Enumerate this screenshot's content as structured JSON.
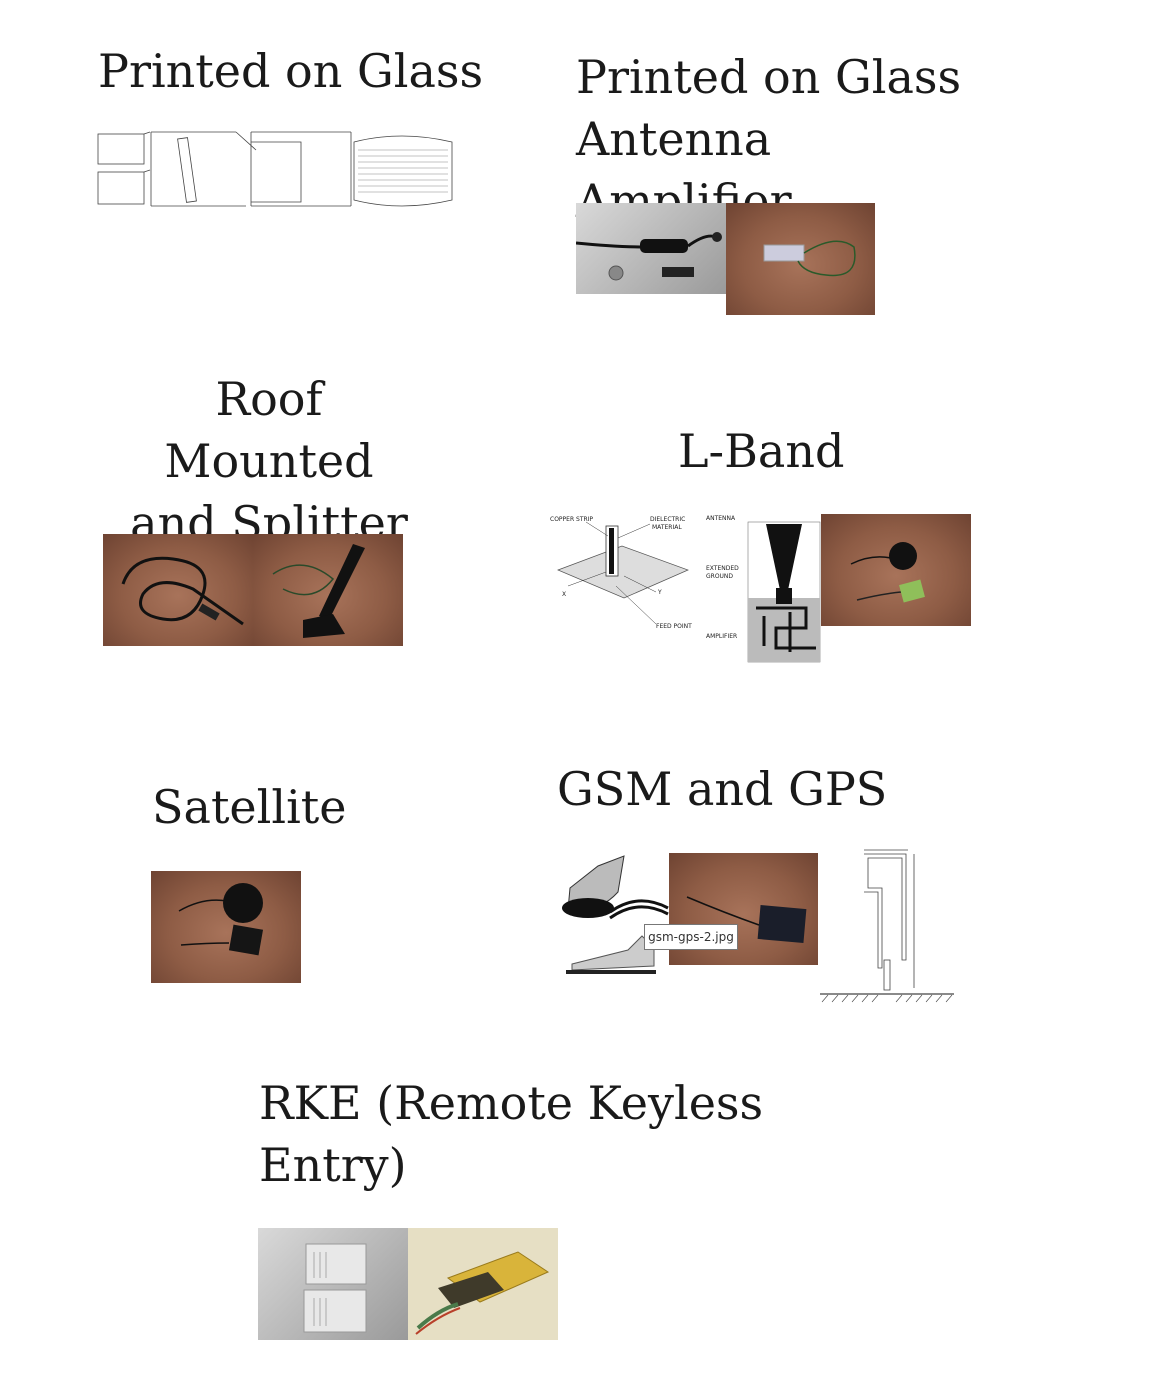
{
  "sections": {
    "printed_on_glass": {
      "title": "Printed on Glass"
    },
    "glass_amplifier": {
      "title": "Printed on Glass Antenna\nAmplifier"
    },
    "roof_splitter": {
      "title": "Roof Mounted\nand Splitter"
    },
    "l_band": {
      "title": "L-Band",
      "diagram_labels": {
        "copper_strip": "COPPER STRIP",
        "dielectric": "DIELECTRIC",
        "material": "MATERIAL",
        "feed_point": "FEED POINT",
        "x_axis": "X",
        "y_axis": "Y",
        "antenna": "ANTENNA",
        "extended": "EXTENDED",
        "ground": "GROUND",
        "amplifier": "AMPLIFIER"
      }
    },
    "satellite": {
      "title": "Satellite"
    },
    "gsm_gps": {
      "title": "GSM and GPS",
      "image_tooltip": "gsm-gps-2.jpg"
    },
    "rke": {
      "title": "RKE (Remote Keyless\nEntry)"
    }
  }
}
